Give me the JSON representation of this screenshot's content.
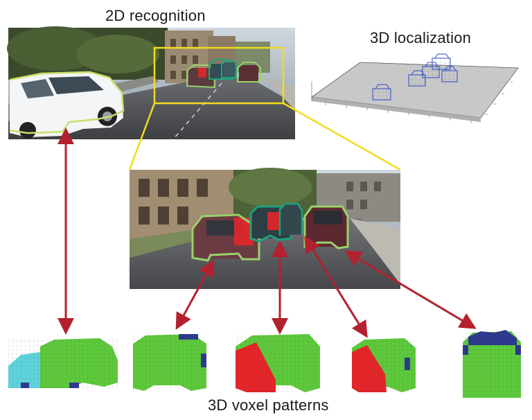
{
  "labels": {
    "recognition_2d": "2D recognition",
    "localization_3d": "3D localization",
    "voxel_patterns": "3D voxel patterns"
  },
  "colors": {
    "highlight_box": "#f0dc1e",
    "arrow": "#b3212f",
    "voxel_green": "#5ec93c",
    "voxel_red": "#e5262a",
    "voxel_cyan": "#5fd3dc",
    "voxel_blue": "#2e3a8f",
    "outline_light_green": "#9ad26a",
    "outline_teal": "#1fa27a",
    "ground_plane": "#c8c8c8",
    "car_wireframe": "#2849c9"
  }
}
